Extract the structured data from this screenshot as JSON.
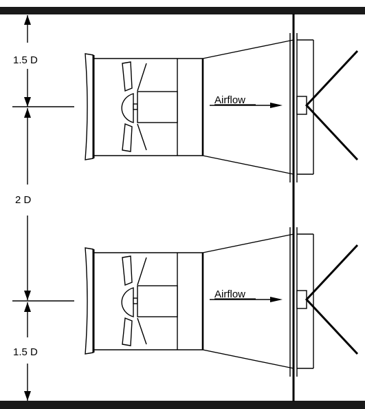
{
  "diagram": {
    "dimension_top": "1.5 D",
    "dimension_middle": "2 D",
    "dimension_bottom": "1.5 D",
    "fans": [
      {
        "airflow_label": "Airflow"
      },
      {
        "airflow_label": "Airflow"
      }
    ],
    "colors": {
      "line": "#000000",
      "background": "#ffffff"
    }
  }
}
